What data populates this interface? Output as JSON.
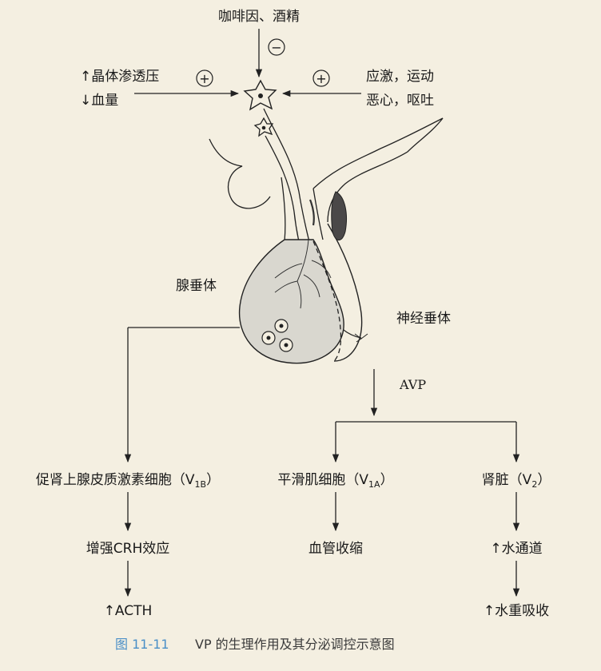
{
  "inputs": {
    "top": "咖啡因、酒精",
    "top_sign": "−",
    "left_line1": "↑晶体渗透压",
    "left_line2": "↓血量",
    "left_sign": "+",
    "right_line1": "应激，运动",
    "right_line2": "恶心，呕吐",
    "right_sign": "+"
  },
  "anatomy": {
    "adenohypophysis": "腺垂体",
    "neurohypophysis": "神经垂体",
    "hormone": "AVP"
  },
  "branches": {
    "left": {
      "receptor_prefix": "促肾上腺皮质激素细胞（V",
      "receptor_sub": "1B",
      "receptor_suffix": "）",
      "effect1": "增强CRH效应",
      "effect2": "↑ACTH"
    },
    "middle": {
      "receptor_prefix": "平滑肌细胞（V",
      "receptor_sub": "1A",
      "receptor_suffix": "）",
      "effect1": "血管收缩"
    },
    "right": {
      "receptor_prefix": "肾脏（V",
      "receptor_sub": "2",
      "receptor_suffix": "）",
      "effect1": "↑水通道",
      "effect2": "↑水重吸收"
    }
  },
  "caption": {
    "number": "图 11-11",
    "text": "VP 的生理作用及其分泌调控示意图"
  }
}
